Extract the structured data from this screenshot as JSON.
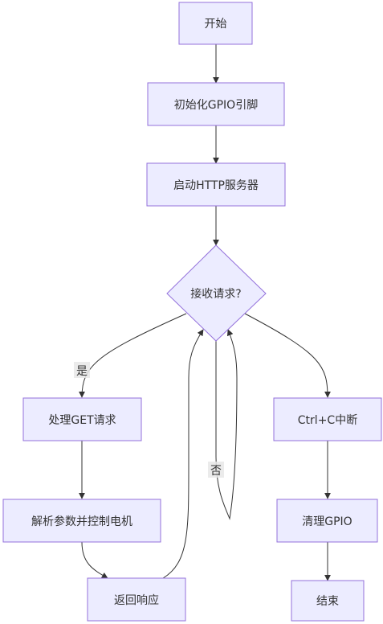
{
  "nodes": {
    "start": "开始",
    "init_gpio": "初始化GPIO引脚",
    "start_http": "启动HTTP服务器",
    "receive": "接收请求?",
    "handle_get": "处理GET请求",
    "parse_control": "解析参数并控制电机",
    "return_response": "返回响应",
    "ctrl_c": "Ctrl+C中断",
    "cleanup": "清理GPIO",
    "end": "结束"
  },
  "edge_labels": {
    "yes": "是",
    "no": "否"
  },
  "colors": {
    "node_fill": "#ECECFF",
    "node_stroke": "#9370DB",
    "edge": "#333333",
    "text": "#333333"
  }
}
